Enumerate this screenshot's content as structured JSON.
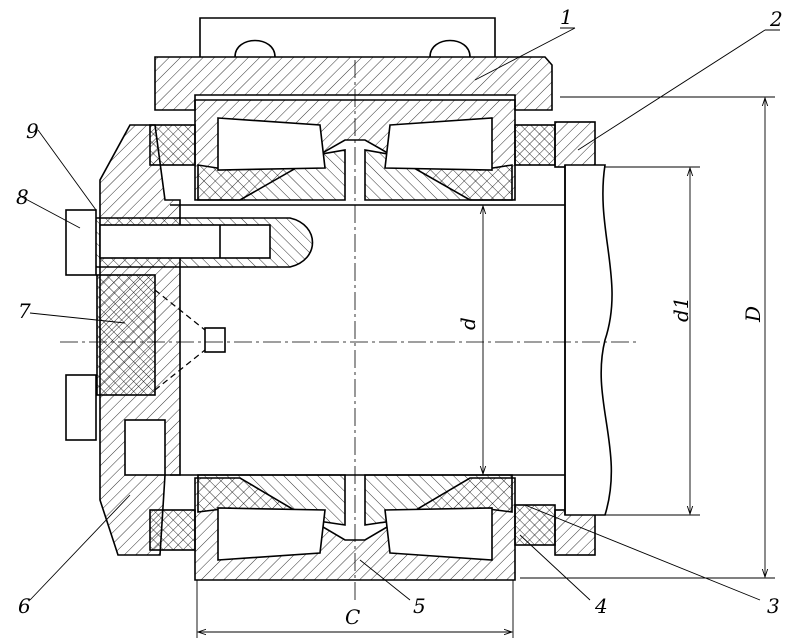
{
  "title": "Bearing assembly cross-section",
  "callouts": [
    "1",
    "2",
    "3",
    "4",
    "5",
    "6",
    "7",
    "8",
    "9"
  ],
  "dimensions": {
    "bore": "d",
    "journal": "d1",
    "outer": "D",
    "width": "C"
  },
  "colors": {
    "line": "#000000",
    "background": "#ffffff"
  }
}
